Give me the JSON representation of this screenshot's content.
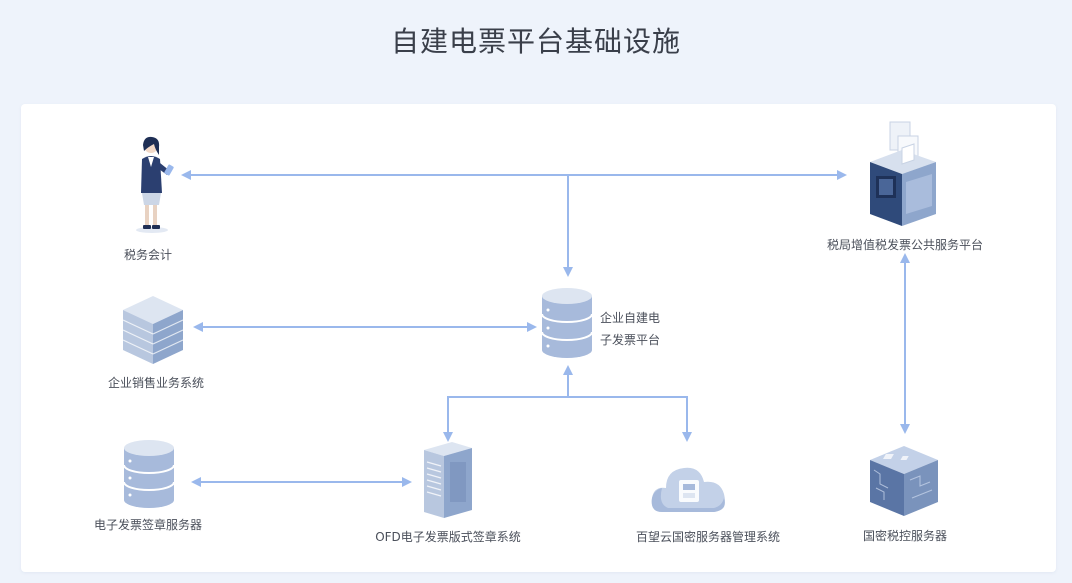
{
  "title": "自建电票平台基础设施",
  "colors": {
    "arrow": "#9ab8ec",
    "icon_dark": "#2f4a7a",
    "icon_mid": "#8ea6cc",
    "icon_light": "#d5dfee"
  },
  "nodes": {
    "tax_accountant": {
      "label": "税务会计",
      "icon": "person-icon"
    },
    "tax_platform": {
      "label": "税局增值税发票公共服务平台",
      "icon": "tax-machine-icon"
    },
    "sales_system": {
      "label": "企业销售业务系统",
      "icon": "cube-server-icon"
    },
    "invoice_platform": {
      "label_line1": "企业自建电",
      "label_line2": "子发票平台",
      "icon": "database-icon"
    },
    "seal_server": {
      "label": "电子发票签章服务器",
      "icon": "database-icon"
    },
    "ofd_system": {
      "label": "OFD电子发票版式签章系统",
      "icon": "server-tower-icon"
    },
    "cloud_crypto": {
      "label": "百望云国密服务器管理系统",
      "icon": "cloud-icon"
    },
    "crypto_server": {
      "label": "国密税控服务器",
      "icon": "circuit-cube-icon"
    }
  }
}
